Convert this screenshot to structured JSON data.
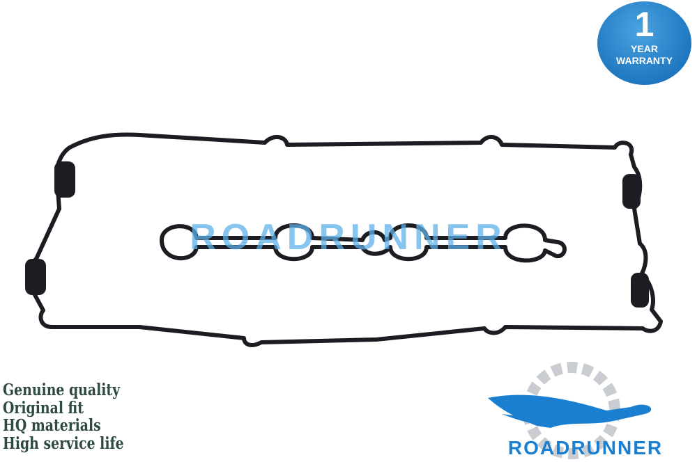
{
  "warranty_badge": {
    "number": "1",
    "line1": "YEAR",
    "line2": "WARRANTY",
    "color": "#1f78c0"
  },
  "watermark": "ROADRUNNER",
  "features": [
    "Genuine quality",
    "Original fit",
    "HQ materials",
    "High service life"
  ],
  "logo": {
    "brand": "ROADRUNNER",
    "color": "#1a7fd0"
  }
}
